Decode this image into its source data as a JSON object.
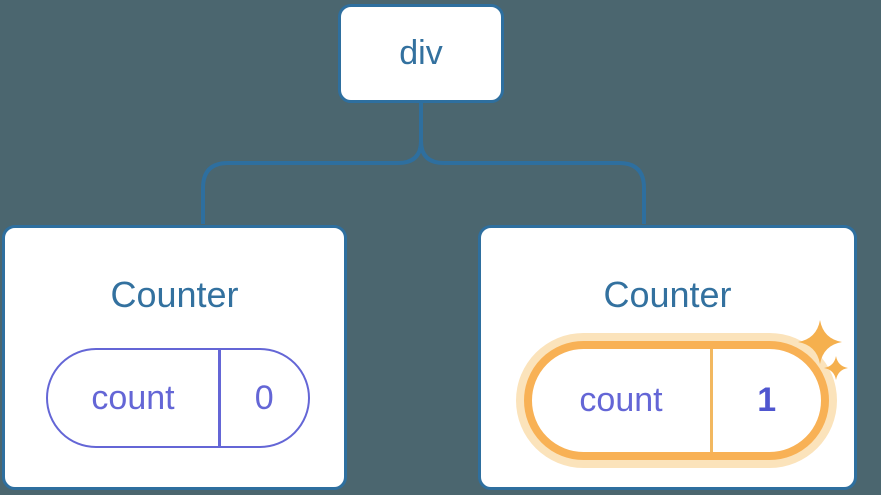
{
  "colors": {
    "bg": "#4b666f",
    "blue": "#2e6f9f",
    "blue-text": "#33719f",
    "purple": "#6466d6",
    "purple-bold": "#4f56cf",
    "orange": "#f8b155",
    "orange-glow": "#fbe3bb",
    "orange-divider": "#f2b860",
    "sparkle": "#f5b04e",
    "card-bg": "#ffffff"
  },
  "tree": {
    "root": {
      "label": "div"
    },
    "children": [
      {
        "title": "Counter",
        "state_key": "count",
        "state_value": "0",
        "highlighted": false
      },
      {
        "title": "Counter",
        "state_key": "count",
        "state_value": "1",
        "highlighted": true
      }
    ]
  }
}
